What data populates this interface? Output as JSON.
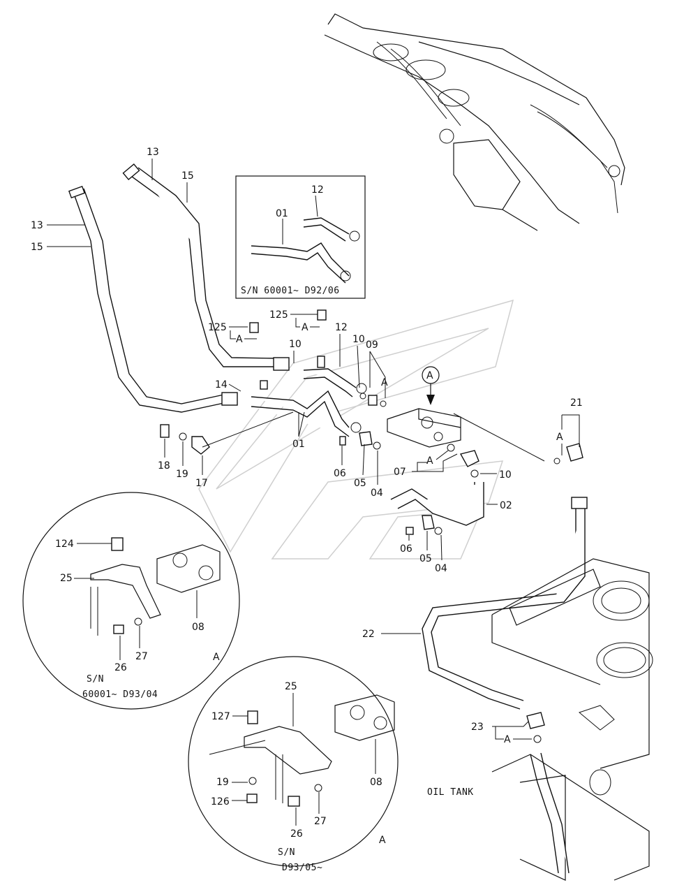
{
  "inset_top": {
    "caption": "S/N  60001~ D92/06",
    "labels": [
      "12",
      "01"
    ]
  },
  "inset_a1": {
    "serial_line1": "S/N",
    "serial_line2": "60001~ D93/04",
    "view": "A",
    "labels": [
      "124",
      "25",
      "08",
      "26",
      "27"
    ]
  },
  "inset_a2": {
    "serial_line1": "S/N",
    "serial_line2": "D93/05~",
    "view": "A",
    "labels": [
      "25",
      "127",
      "19",
      "126",
      "26",
      "27",
      "08"
    ]
  },
  "tank_label": "OIL  TANK",
  "view_marker": "A",
  "callouts": {
    "c13a": "13",
    "c15a": "15",
    "c13b": "13",
    "c15b": "15",
    "c125a": "125",
    "cA1": "A",
    "c125b": "125",
    "cA2": "A",
    "c12": "12",
    "c10a": "10",
    "c10b": "10",
    "c09": "09",
    "cA3": "A",
    "c14": "14",
    "c01": "01",
    "c18": "18",
    "c19": "19",
    "c17": "17",
    "c06a": "06",
    "c05a": "05",
    "c04a": "04",
    "c07": "07",
    "cA4": "A",
    "c10c": "10",
    "c02": "02",
    "c06b": "06",
    "c05b": "05",
    "c04b": "04",
    "c21": "21",
    "cA5": "A",
    "c22": "22",
    "c23": "23",
    "cA6": "A"
  }
}
